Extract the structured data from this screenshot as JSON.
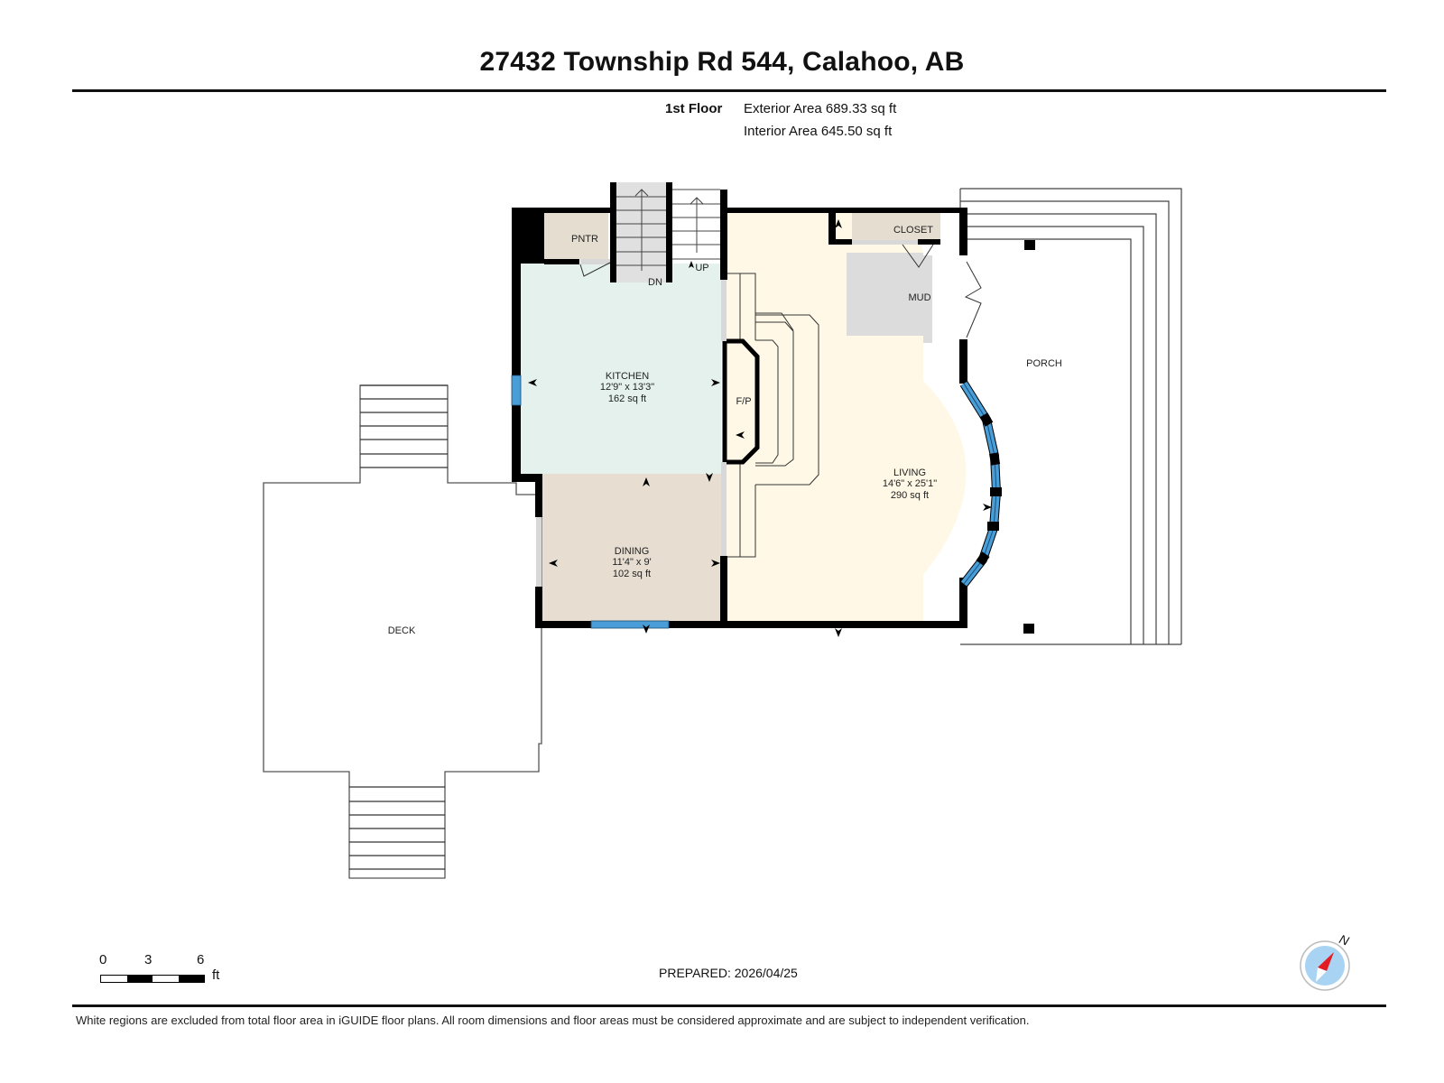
{
  "header": {
    "title": "27432 Township Rd 544, Calahoo, AB",
    "floor": "1st Floor",
    "exterior_area": "Exterior Area 689.33 sq ft",
    "interior_area": "Interior Area 645.50 sq ft"
  },
  "rooms": {
    "pantry": {
      "name": "PNTR",
      "color": "#e6ddd1"
    },
    "closet": {
      "name": "CLOSET",
      "color": "#e6ddd1"
    },
    "mud": {
      "name": "MUD",
      "color": "#dcdcdc"
    },
    "kitchen": {
      "name": "KITCHEN",
      "dims": "12'9\" x 13'3\"",
      "area": "162 sq ft",
      "color": "#e4f1ec"
    },
    "dining": {
      "name": "DINING",
      "dims": "11'4\" x 9'",
      "area": "102 sq ft",
      "color": "#e7ded1"
    },
    "living": {
      "name": "LIVING",
      "dims": "14'6\" x 25'1\"",
      "area": "290 sq ft",
      "color": "#fff8e6"
    },
    "fireplace": {
      "name": "F/P"
    },
    "porch": {
      "name": "PORCH"
    },
    "deck": {
      "name": "DECK"
    }
  },
  "stairs": {
    "down_label": "DN",
    "up_label": "UP"
  },
  "colors": {
    "wall": "#000000",
    "window": "#4a9ed8",
    "stair_fill": "#e0e0e0",
    "door_gap": "#d8d8d8"
  },
  "scale_bar": {
    "ticks": [
      "0",
      "3",
      "6"
    ],
    "unit": "ft"
  },
  "footer": {
    "prepared": "PREPARED: 2026/04/25",
    "disclaimer": "White regions are excluded from total floor area in iGUIDE floor plans. All room dimensions and floor areas must be considered approximate and are subject to independent verification."
  },
  "compass": {
    "north_label": "N"
  }
}
